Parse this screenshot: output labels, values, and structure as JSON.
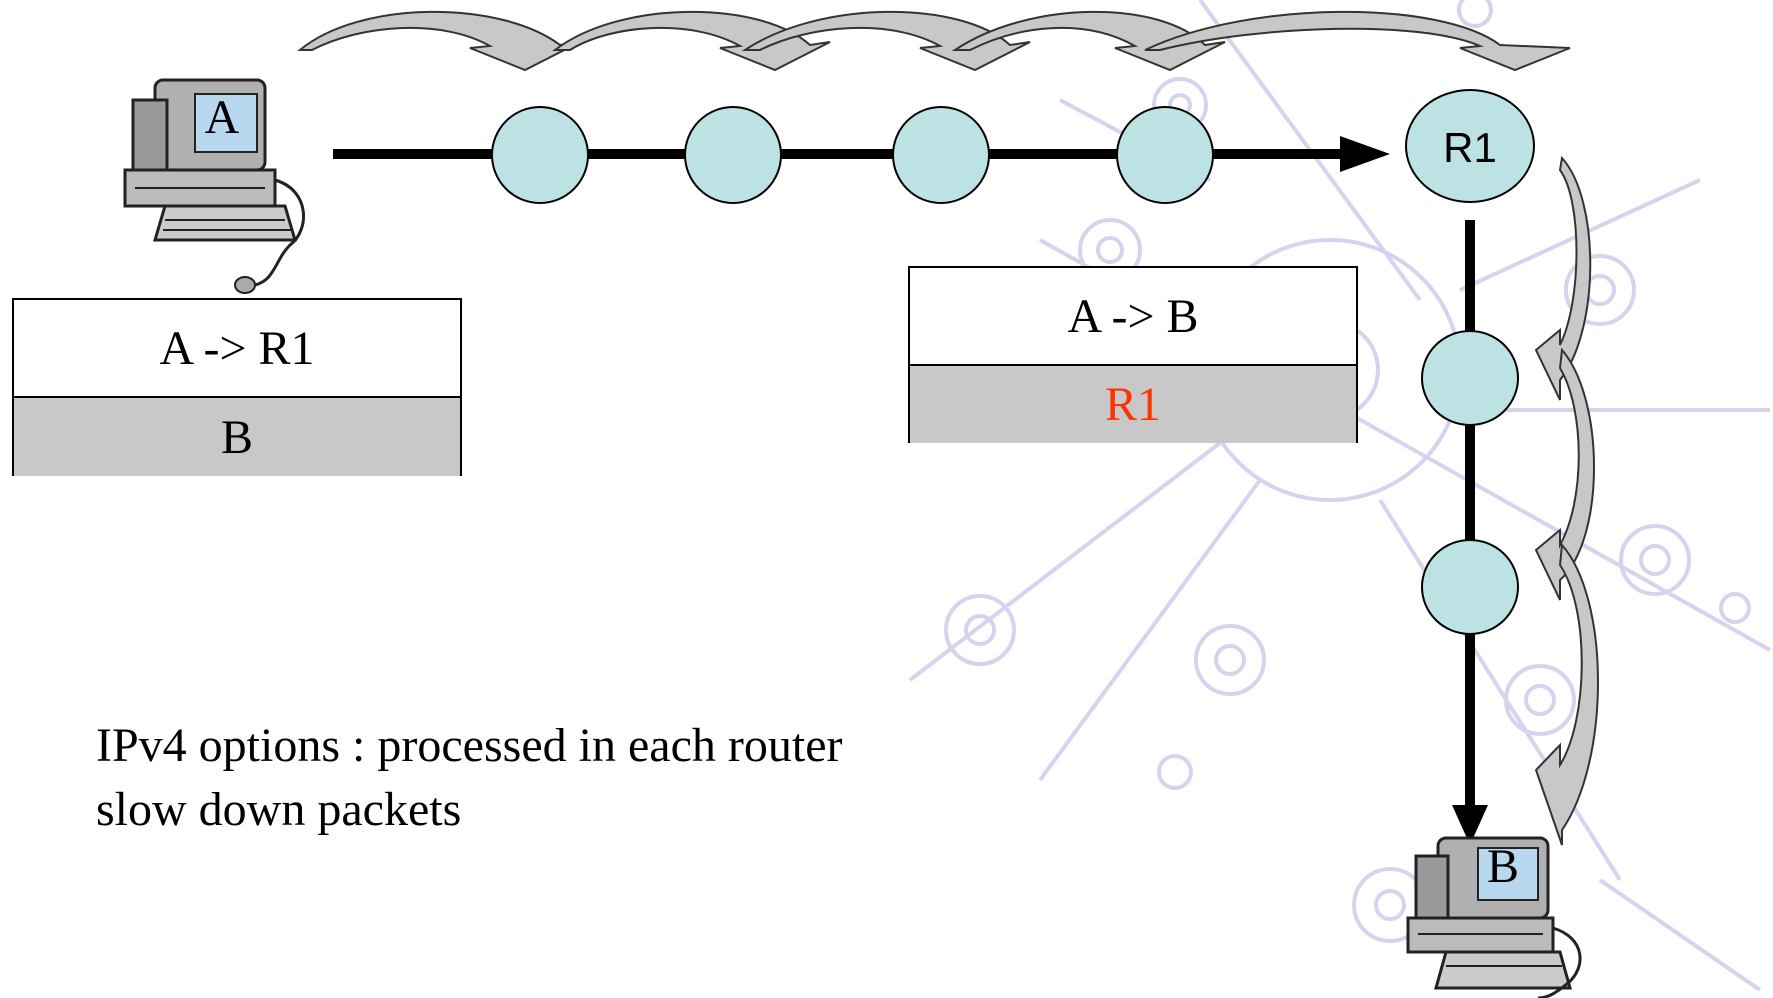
{
  "colors": {
    "node_fill": "#bde2e4",
    "arrow_fill": "#c8c8c8",
    "highlight": "#ff3300",
    "watermark": "#d4d4ee"
  },
  "nodes": {
    "source_label": "A",
    "router_label": "R1",
    "dest_label": "B"
  },
  "left_packet": {
    "header": "A -> R1",
    "option": "B"
  },
  "right_packet": {
    "header": "A -> B",
    "option": "R1"
  },
  "caption": {
    "line1": "IPv4 options : processed in each router",
    "line2": "slow down packets"
  },
  "icons": {
    "source": "computer-icon",
    "dest": "computer-icon"
  }
}
